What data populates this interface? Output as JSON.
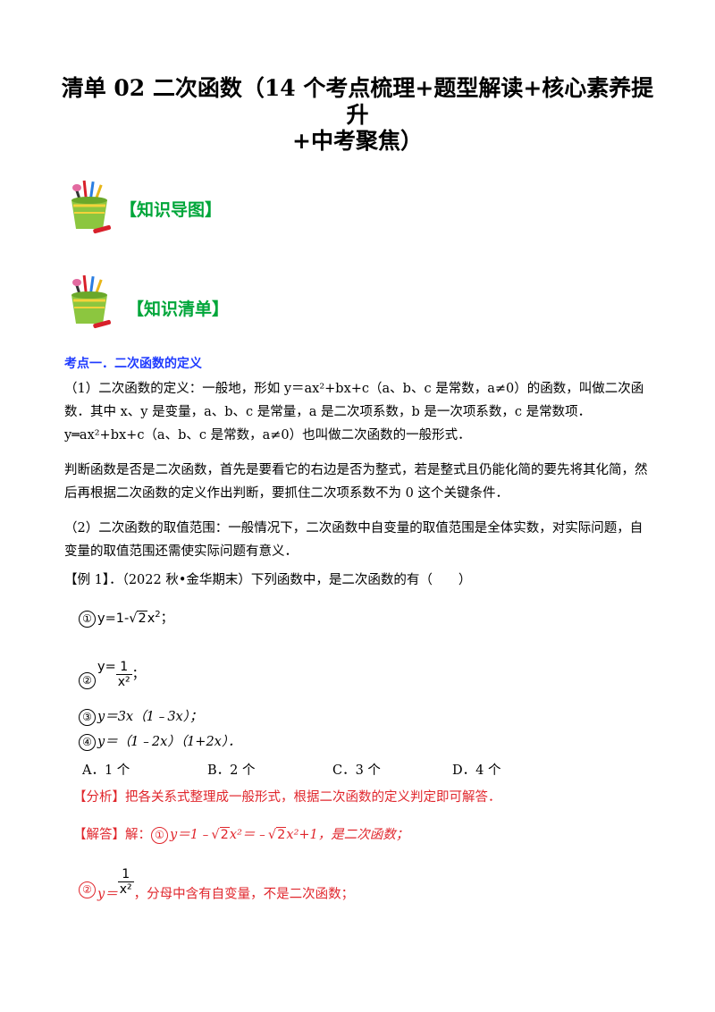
{
  "title_line1": "清单 02 二次函数（14 个考点梳理+题型解读+核心素养提升",
  "title_line2": "+中考聚焦）",
  "section_map": "【知识导图】",
  "section_list": "【知识清单】",
  "kp1_title": "考点一．二次函数的定义",
  "para1": "（1）二次函数的定义：一般地，形如 y＝ax²+bx+c（a、b、c 是常数，a≠0）的函数，叫做二次函数．其中 x、y 是变量，a、b、c 是常量，a 是二次项系数，b 是一次项系数，c 是常数项．y═ax²+bx+c（a、b、c 是常数，a≠0）也叫做二次函数的一般形式．",
  "para2": "判断函数是否是二次函数，首先是要看它的右边是否为整式，若是整式且仍能化简的要先将其化简，然后再根据二次函数的定义作出判断，要抓住二次项系数不为 0 这个关键条件．",
  "para3": "（2）二次函数的取值范围：一般情况下，二次函数中自变量的取值范围是全体实数，对实际问题，自变量的取值范围还需使实际问题有意义．",
  "example1": "【例 1】．（2022 秋•金华期末）下列函数中，是二次函数的有（　　）",
  "item1": {
    "num": "①",
    "lhs": "y=1-",
    "rad": "2",
    "tail": "x",
    "sup": "2",
    "end": "；"
  },
  "item2": {
    "num": "②",
    "lhs": "y=",
    "numer": "1",
    "denom": "x²",
    "end": "；"
  },
  "item3": {
    "num": "③",
    "text": "y＝3x（1﹣3x）；"
  },
  "item4": {
    "num": "④",
    "text": "y＝（1﹣2x）（1+2x）．"
  },
  "options": [
    "A．1 个",
    "B．2 个",
    "C．3 个",
    "D．4 个"
  ],
  "analysis": "【分析】把各关系式整理成一般形式，根据二次函数的定义判定即可解答．",
  "answer1": {
    "label": "【解答】解：",
    "num": "①",
    "a": "y＝1﹣",
    "r1": "2",
    "b": "x²＝﹣",
    "r2": "2",
    "c": "x²+1，是二次函数；"
  },
  "answer2": {
    "num": "②",
    "lhs": "y＝",
    "numer": "1",
    "denom": "x²",
    "text": "，分母中含有自变量，不是二次函数；"
  }
}
